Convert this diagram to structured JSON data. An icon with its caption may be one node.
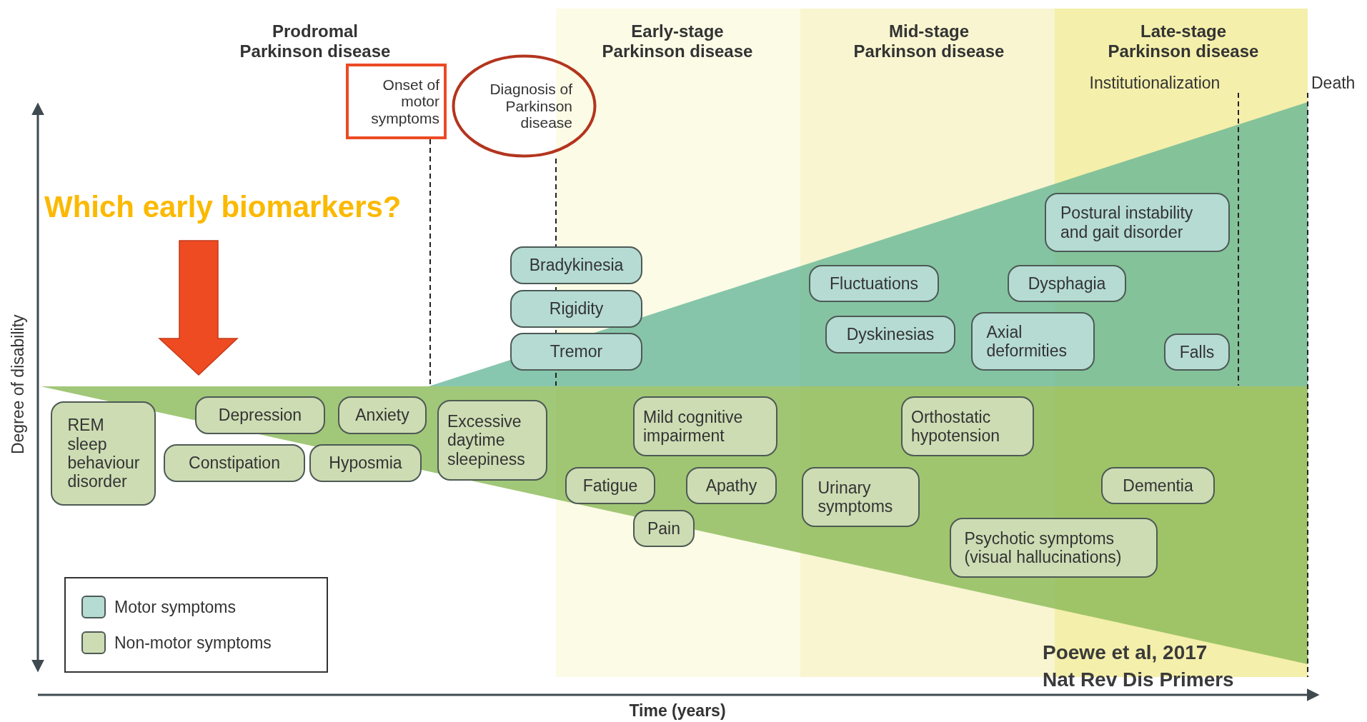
{
  "diagram": {
    "nodes": [
      {
        "text": [
          "Onset of motor symptoms"
        ]
      },
      {
        "text": [
          "Diagnosis of Parkinson disease"
        ]
      },
      {
        "text": [
          "Postural instability and gait disorder"
        ]
      },
      {
        "text": [
          "Bradykinesia"
        ]
      },
      {
        "text": [
          "Fluctuations"
        ]
      },
      {
        "text": [
          "Dysphagia"
        ]
      },
      {
        "text": [
          "Rigidity"
        ]
      },
      {
        "text": [
          "Dyskinesias"
        ]
      },
      {
        "text": [
          "Axial deformities"
        ]
      },
      {
        "text": [
          "Tremor"
        ]
      },
      {
        "text": [
          "Falls"
        ]
      },
      {
        "text": [
          "Depression"
        ]
      },
      {
        "text": [
          "Anxiety"
        ]
      },
      {
        "text": [
          "Mild cognitive impairment"
        ]
      },
      {
        "text": [
          "Orthostatic hypotension"
        ]
      },
      {
        "text": [
          "REM sleep behaviour disorder"
        ]
      },
      {
        "text": [
          "Excessive daytime sleepiness"
        ]
      },
      {
        "text": [
          "Constipation"
        ]
      },
      {
        "text": [
          "Hyposmia"
        ]
      },
      {
        "text": [
          "Fatigue"
        ]
      },
      {
        "text": [
          "Apathy"
        ]
      },
      {
        "text": [
          "Urinary symptoms"
        ]
      },
      {
        "text": [
          "Dementia"
        ]
      },
      {
        "text": [
          "Pain"
        ]
      },
      {
        "text": [
          "Psychotic symptoms (visual hallucinations)"
        ]
      }
    ],
    "labels": [
      "Prodromal Parkinson disease",
      "Early-stage Parkinson disease",
      "Mid-stage Parkinson disease",
      "Late-stage Parkinson disease",
      "Institutionalization",
      "Death",
      "Which early biomarkers?",
      "Degree of disability",
      "Poewe et al, 2017",
      "Nat Rev Dis Primers",
      "Time (years)"
    ],
    "legend": [
      {
        "text": "Motor symptoms",
        "color": "#b5dbd3"
      },
      {
        "text": "Non-motor symptoms",
        "color": "#cddcb3"
      }
    ]
  }
}
